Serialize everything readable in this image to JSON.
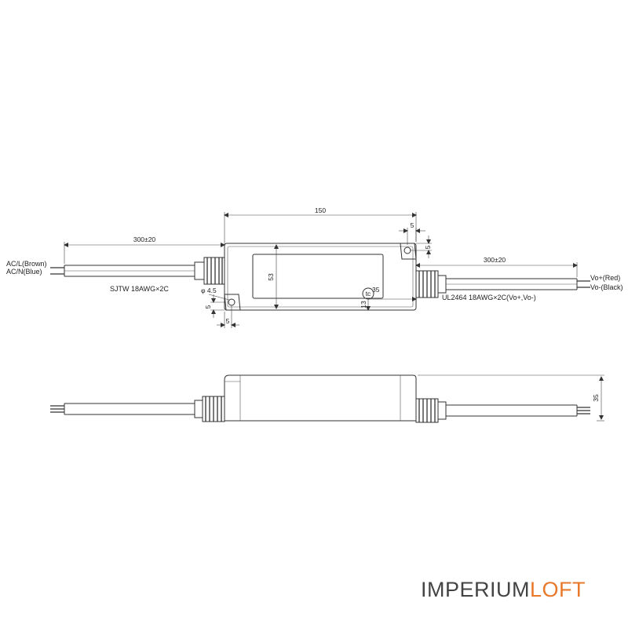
{
  "labels": {
    "ac_live": "AC/L(Brown)",
    "ac_neutral": "AC/N(Blue)",
    "input_cable": "SJTW 18AWG×2C",
    "output_cable": "UL2464 18AWG×2C(Vo+,Vo-)",
    "vo_plus": "Vo+(Red)",
    "vo_minus": "Vo-(Black)",
    "tc_mark": "tc"
  },
  "dimensions": {
    "overall_length": "150",
    "input_cable_length": "300±20",
    "output_cable_length": "300±20",
    "width": "53",
    "height": "35",
    "hole_diameter": "φ 4.5",
    "hole_offset_x_top": "5",
    "hole_offset_y_top": "5",
    "hole_offset_x_bottom": "5",
    "hole_offset_y_bottom": "5",
    "tc_offset_x": "35",
    "tc_offset_y": "13"
  },
  "watermark": {
    "part1": "IMPERIUM",
    "part2": "LOFT",
    "color1": "#444444",
    "color2": "#e8782a"
  }
}
